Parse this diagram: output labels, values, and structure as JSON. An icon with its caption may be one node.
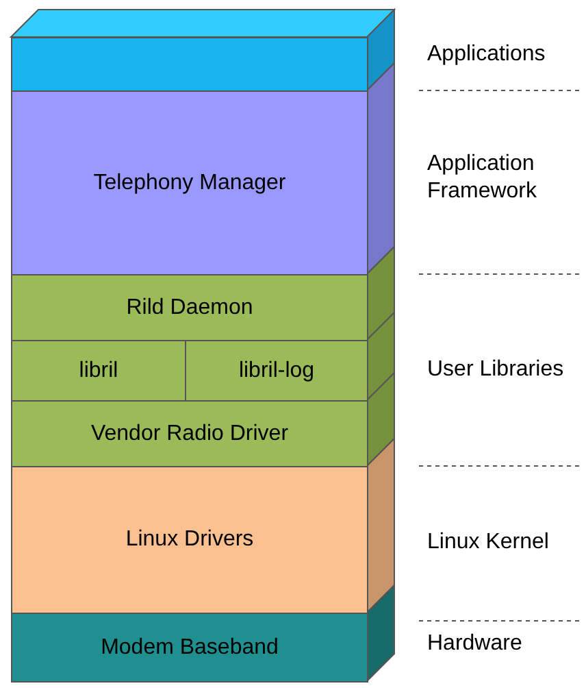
{
  "diagram": {
    "nodes": [
      {
        "text": [],
        "shape": "box"
      },
      {
        "text": [
          "Telephony Manager"
        ]
      },
      {
        "text": [
          "Rild Daemon"
        ]
      },
      {
        "text": [
          "libril"
        ]
      },
      {
        "text": [
          "libril-log"
        ]
      },
      {
        "text": [
          "Vendor Radio Driver"
        ]
      },
      {
        "text": [
          "Linux Drivers"
        ]
      },
      {
        "text": [
          "Modem Baseband"
        ]
      }
    ],
    "labels": [
      "Applications",
      "Application Framework",
      "User Libraries",
      "Linux Kernel",
      "Hardware"
    ]
  }
}
